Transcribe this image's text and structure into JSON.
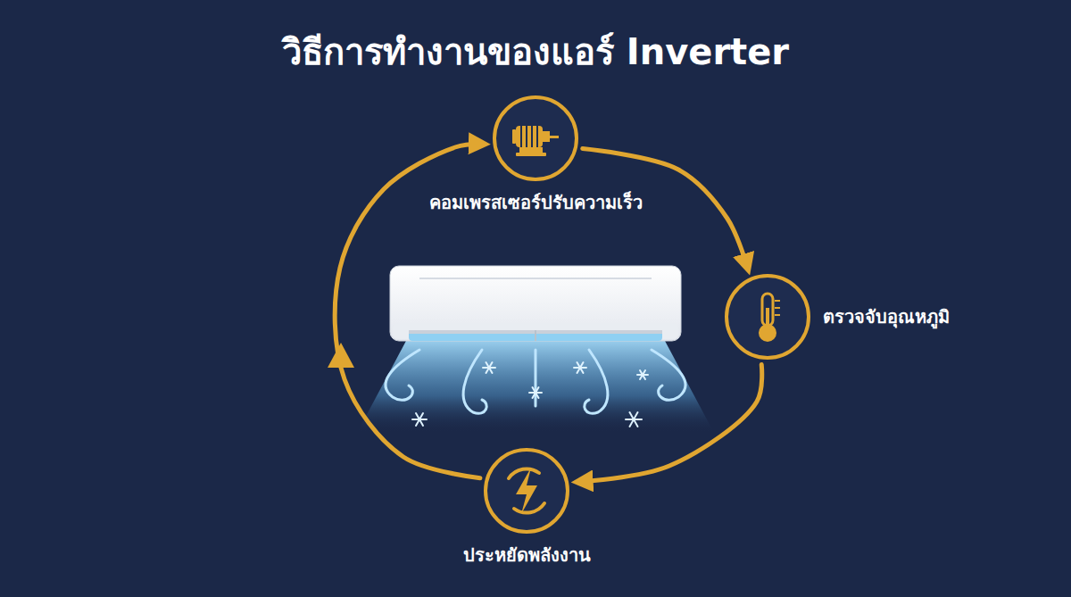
{
  "diagram": {
    "title": "วิธีการทำงานของแอร์ Inverter",
    "nodes": [
      {
        "text": [
          "คอมเพรสเซอร์ปรับความเร็ว"
        ]
      },
      {
        "text": [
          "ตรวจจับอุณหภูมิ"
        ]
      },
      {
        "text": [
          "ประหยัดพลังงาน"
        ]
      }
    ],
    "edges": [
      {
        "from": 0,
        "to": 1,
        "arrow": "to"
      },
      {
        "from": 1,
        "to": 2,
        "arrow": "to"
      },
      {
        "from": 2,
        "to": 0,
        "arrow": "to"
      }
    ]
  }
}
